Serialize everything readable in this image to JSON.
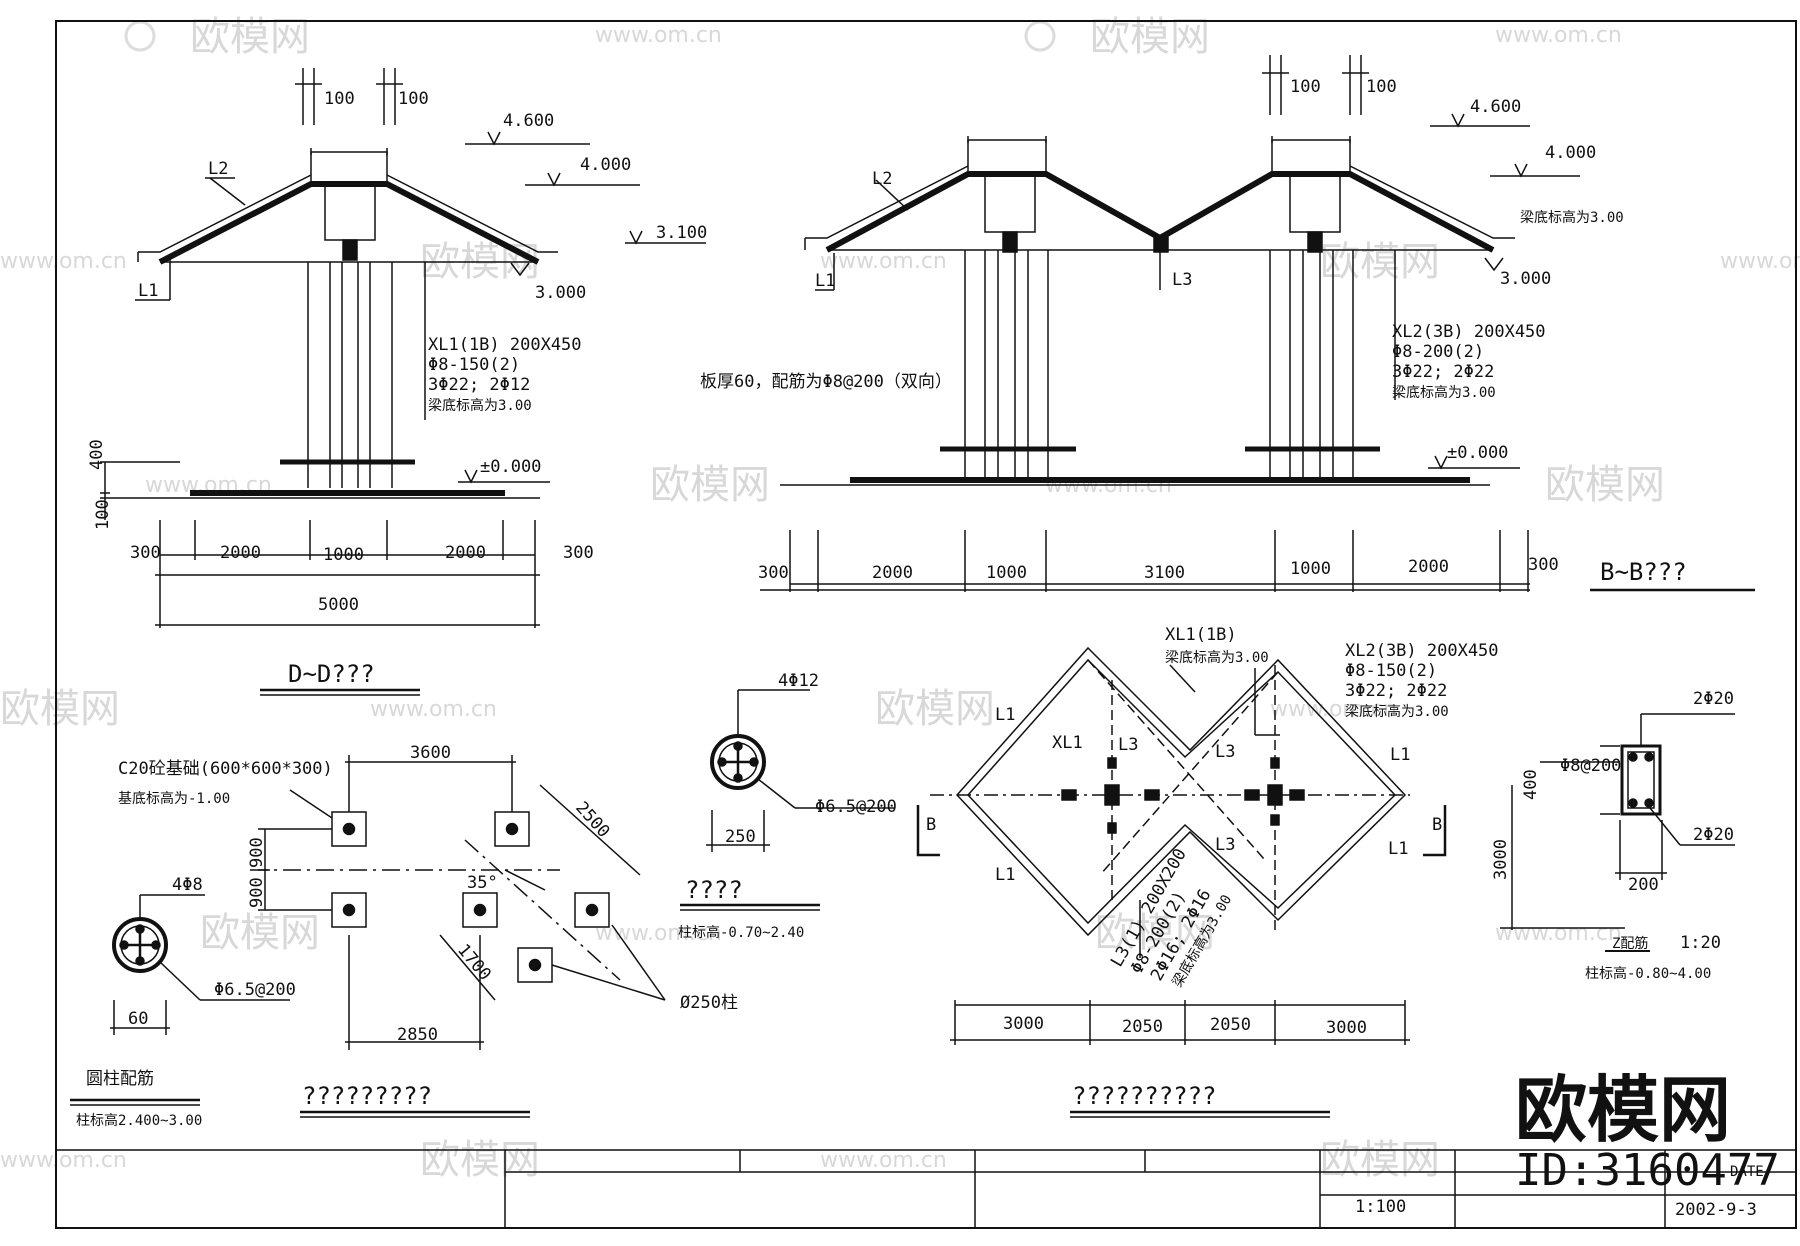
{
  "section_dd": {
    "title": "D~D???",
    "dims_top": [
      "100",
      "100"
    ],
    "levels": [
      "4.600",
      "4.000",
      "3.100",
      "3.000",
      "±0.000"
    ],
    "beam_labels": [
      "L2",
      "L1"
    ],
    "beam_note": [
      "XL1(1B) 200X450",
      "Φ8-150(2)",
      "3Φ22; 2Φ12",
      "梁底标高为3.00"
    ],
    "dims_vertical": [
      "400",
      "100"
    ],
    "dims_bottom": [
      "300",
      "2000",
      "1000",
      "2000",
      "300"
    ],
    "dim_total": "5000"
  },
  "section_bb": {
    "title": "B~B???",
    "dims_top": [
      "100",
      "100"
    ],
    "levels": [
      "4.600",
      "4.000",
      "3.000",
      "±0.000"
    ],
    "beam_labels": [
      "L2",
      "L1",
      "L3"
    ],
    "beam_bottom_note": "梁底标高为3.00",
    "slab_note": "板厚60，配筋为Φ8@200（双向）",
    "beam_note": [
      "XL2(3B) 200X450",
      "Φ8-200(2)",
      "3Φ22; 2Φ22",
      "梁底标高为3.00"
    ],
    "dims_bottom": [
      "300",
      "2000",
      "1000",
      "3100",
      "1000",
      "2000",
      "300"
    ]
  },
  "foundation_plan": {
    "title": "?????????",
    "footing_note": "C20砼基础(600*600*300)",
    "footing_level": "基底标高为-1.00",
    "dims": [
      "3600",
      "2500",
      "900",
      "900",
      "35°",
      "1700",
      "2850"
    ],
    "column_note": "Ø250柱"
  },
  "round_column_detail": {
    "rebar": "4Φ8",
    "stirrup": "Φ6.5@200",
    "diameter": "60",
    "title": "圆柱配筋",
    "level": "柱标高2.400~3.00"
  },
  "column_detail_mid": {
    "rebar": "4Φ12",
    "stirrup": "Φ6.5@200",
    "diameter": "250",
    "title": "????",
    "level": "柱标高-0.70~2.40"
  },
  "roof_plan": {
    "title": "??????????",
    "xl1_note": [
      "XL1(1B)",
      "梁底标高为3.00"
    ],
    "xl2_note": [
      "XL2(3B) 200X450",
      "Φ8-150(2)",
      "3Φ22; 2Φ22",
      "梁底标高为3.00"
    ],
    "l3_note": [
      "L3(1) 200X200",
      "Φ8-200(2)",
      "2Φ16; 2Φ16",
      "梁底标高为3.00"
    ],
    "member_labels": [
      "L1",
      "XL1",
      "L3",
      "L3",
      "L1",
      "L3",
      "L1",
      "L1"
    ],
    "section_marks": [
      "B",
      "B"
    ],
    "dims_bottom": [
      "3000",
      "2050",
      "2050",
      "3000"
    ]
  },
  "column_section_right": {
    "rebar_top": "2Φ20",
    "stirrup": "Φ8@200",
    "rebar_bottom": "2Φ20",
    "dim_height": "400",
    "dim_width": "200",
    "dim_vertical": "3000",
    "title": "Z配筋",
    "scale": "1:20",
    "level": "柱标高-0.80~4.00"
  },
  "title_block": {
    "scale": "1:100",
    "date_label": "DATE",
    "date": "2002-9-3"
  },
  "watermark": {
    "brand": "欧模网",
    "url": "www.om.cn",
    "id": "ID:3160477"
  }
}
